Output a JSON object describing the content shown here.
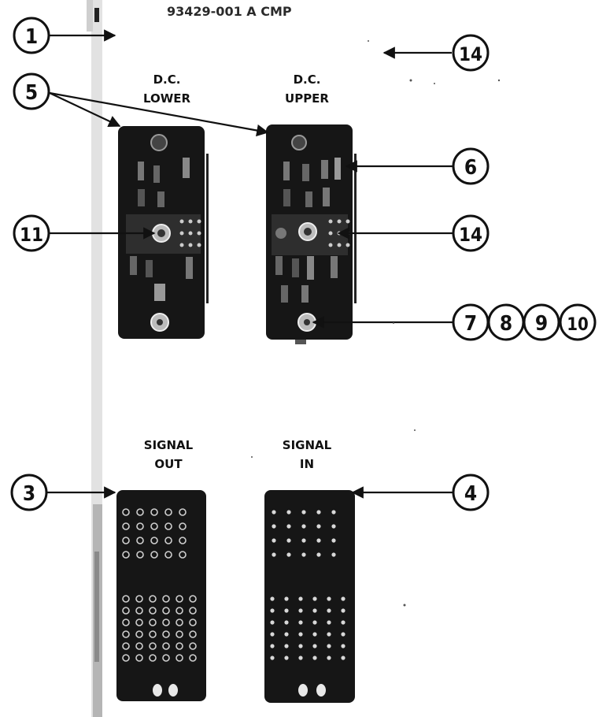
{
  "header_text": "93429-001 A CMP",
  "connectors": {
    "dc_lower": {
      "line1": "D.C.",
      "line2": "LOWER"
    },
    "dc_upper": {
      "line1": "D.C.",
      "line2": "UPPER"
    },
    "signal_out": {
      "line1": "SIGNAL",
      "line2": "OUT"
    },
    "signal_in": {
      "line1": "SIGNAL",
      "line2": "IN"
    }
  },
  "callouts": {
    "c1": "1",
    "c14_top": "14",
    "c5": "5",
    "c6": "6",
    "c11": "11",
    "c14_mid": "14",
    "c7": "7",
    "c8": "8",
    "c9": "9",
    "c10": "10",
    "c3": "3",
    "c4": "4"
  }
}
